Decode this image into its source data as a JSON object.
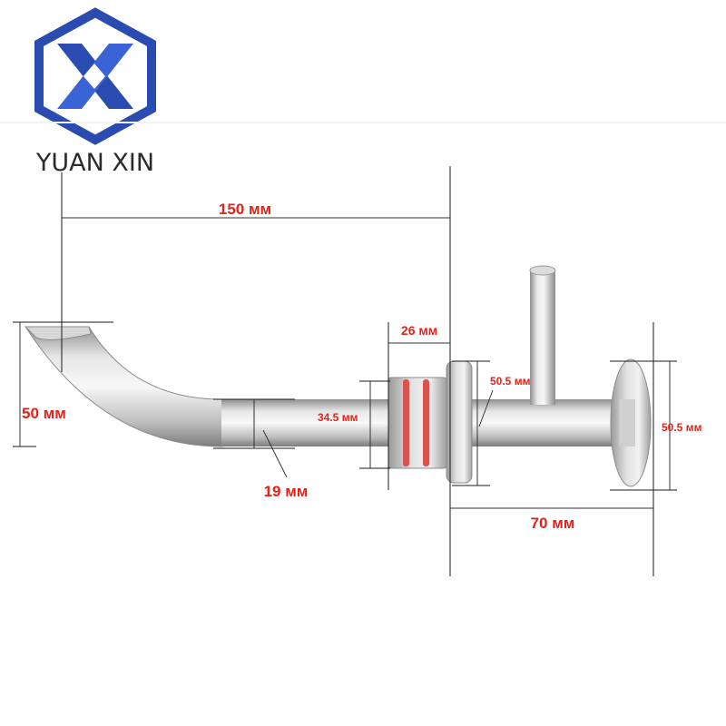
{
  "brand": {
    "name": "YUAN XIN",
    "logo_icon": "hexagon-x-logo",
    "logo_color": "#2a4bb0"
  },
  "dimensions": {
    "overall_length": "150 мм",
    "tip_height": "50 мм",
    "tube_diameter": "19 мм",
    "collar_diameter": "34.5 мм",
    "collar_width": "26 мм",
    "flange_diameter_inner": "50.5 мм",
    "flange_diameter_outer": "50.5 мм",
    "flange_spacing": "70 мм"
  },
  "colors": {
    "dimension_text": "#e2231a",
    "steel": "#c9c9c9",
    "o_ring": "#d9534f"
  }
}
